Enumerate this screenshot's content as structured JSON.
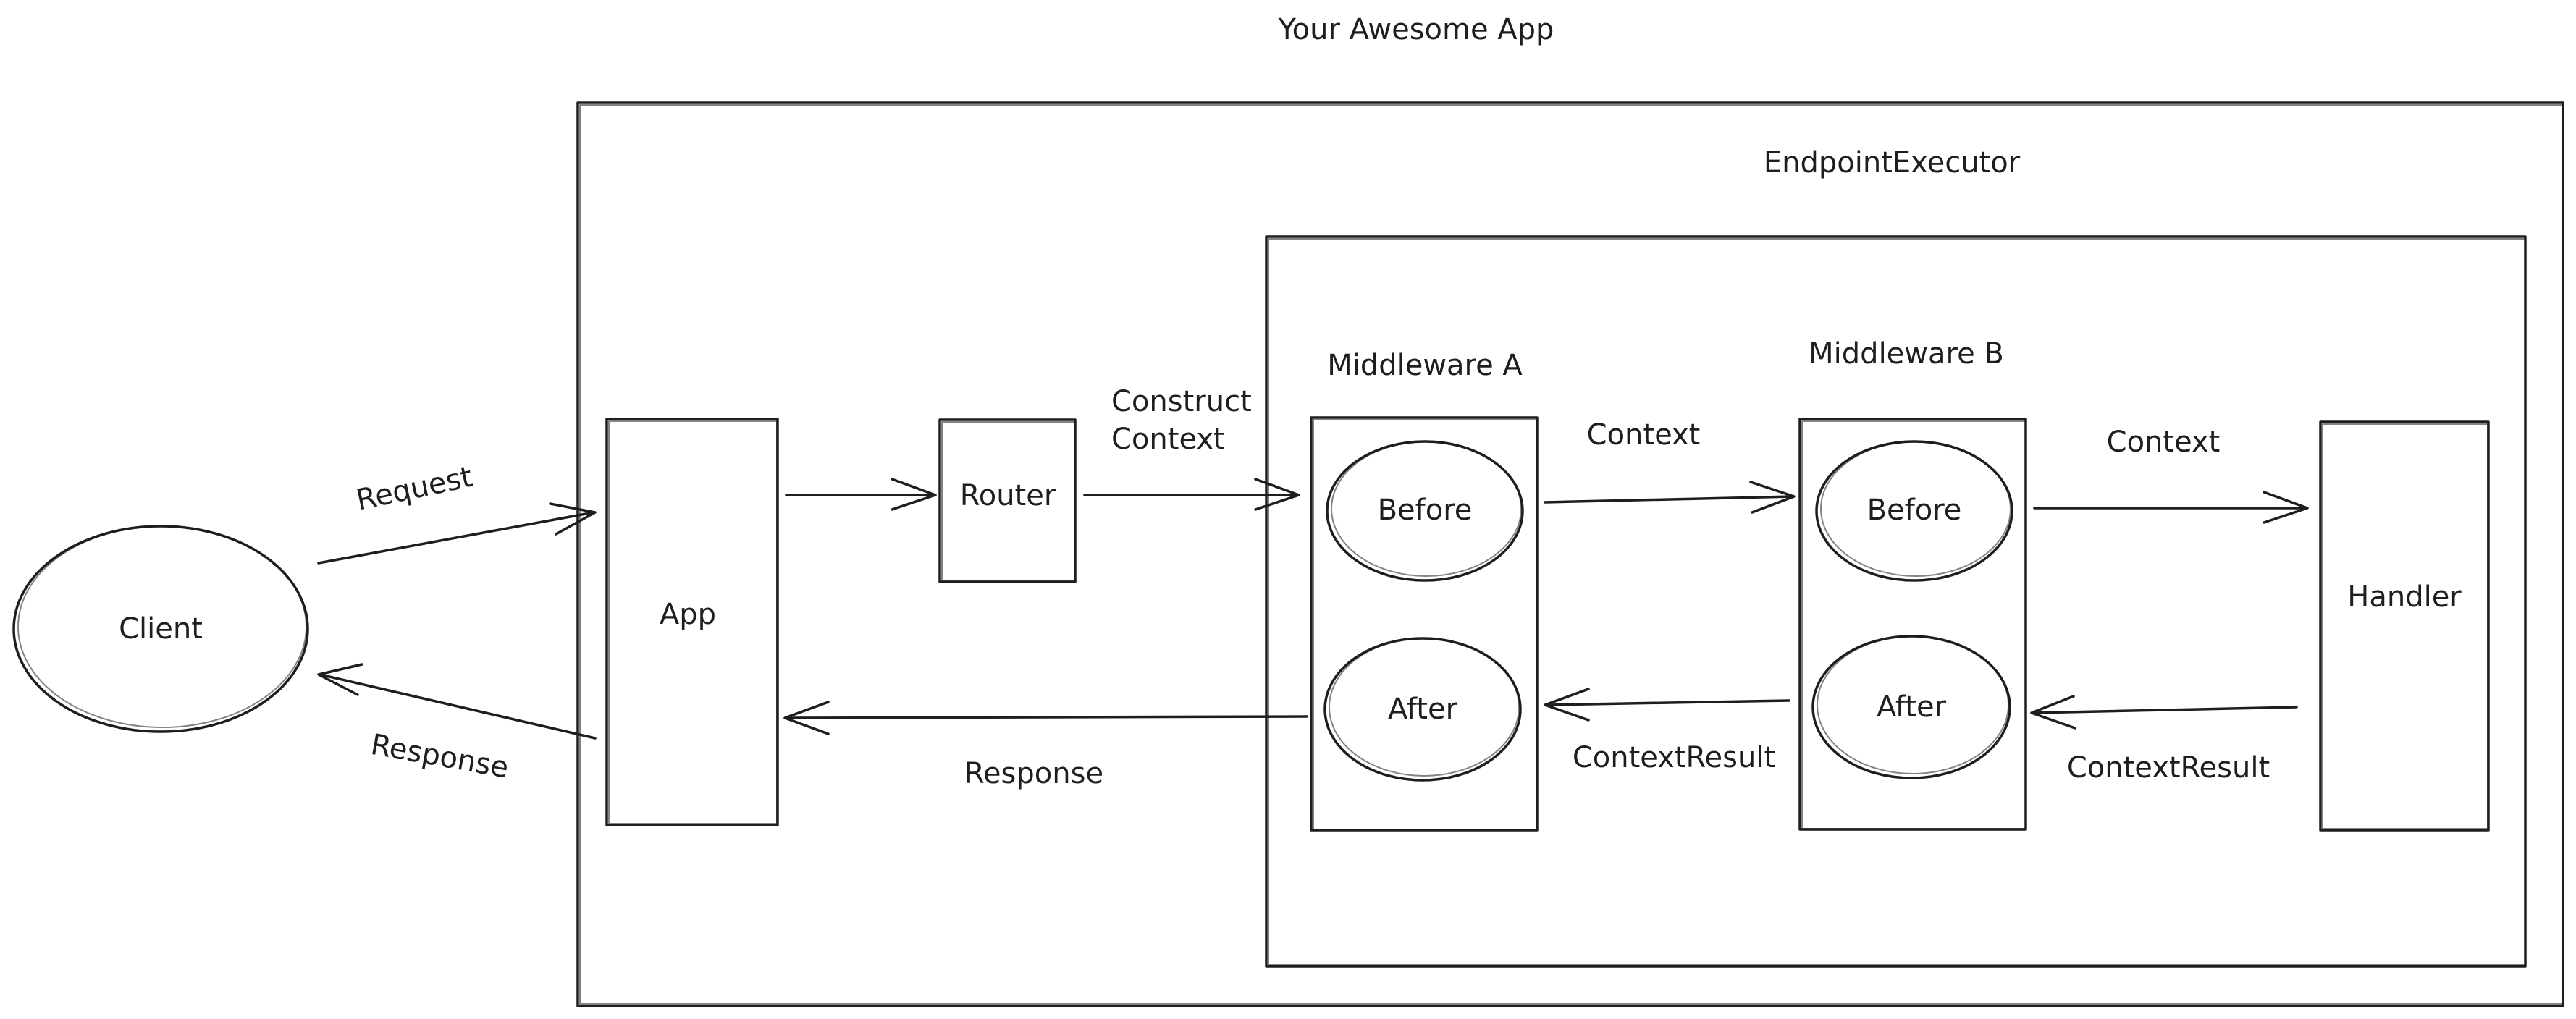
{
  "title": "Your Awesome App",
  "container_label": "EndpointExecutor",
  "nodes": {
    "client": "Client",
    "app": "App",
    "router": "Router",
    "middleware_a": {
      "label": "Middleware A",
      "before": "Before",
      "after": "After"
    },
    "middleware_b": {
      "label": "Middleware B",
      "before": "Before",
      "after": "After"
    },
    "handler": "Handler"
  },
  "edges": {
    "request": "Request",
    "response_to_client": "Response",
    "construct_context_line1": "Construct",
    "construct_context_line2": "Context",
    "context_a_to_b": "Context",
    "context_b_to_handler": "Context",
    "context_result_handler_to_b": "ContextResult",
    "context_result_b_to_a": "ContextResult",
    "response_a_to_app": "Response"
  },
  "colors": {
    "stroke": "#1e1e1e",
    "background": "#ffffff"
  }
}
